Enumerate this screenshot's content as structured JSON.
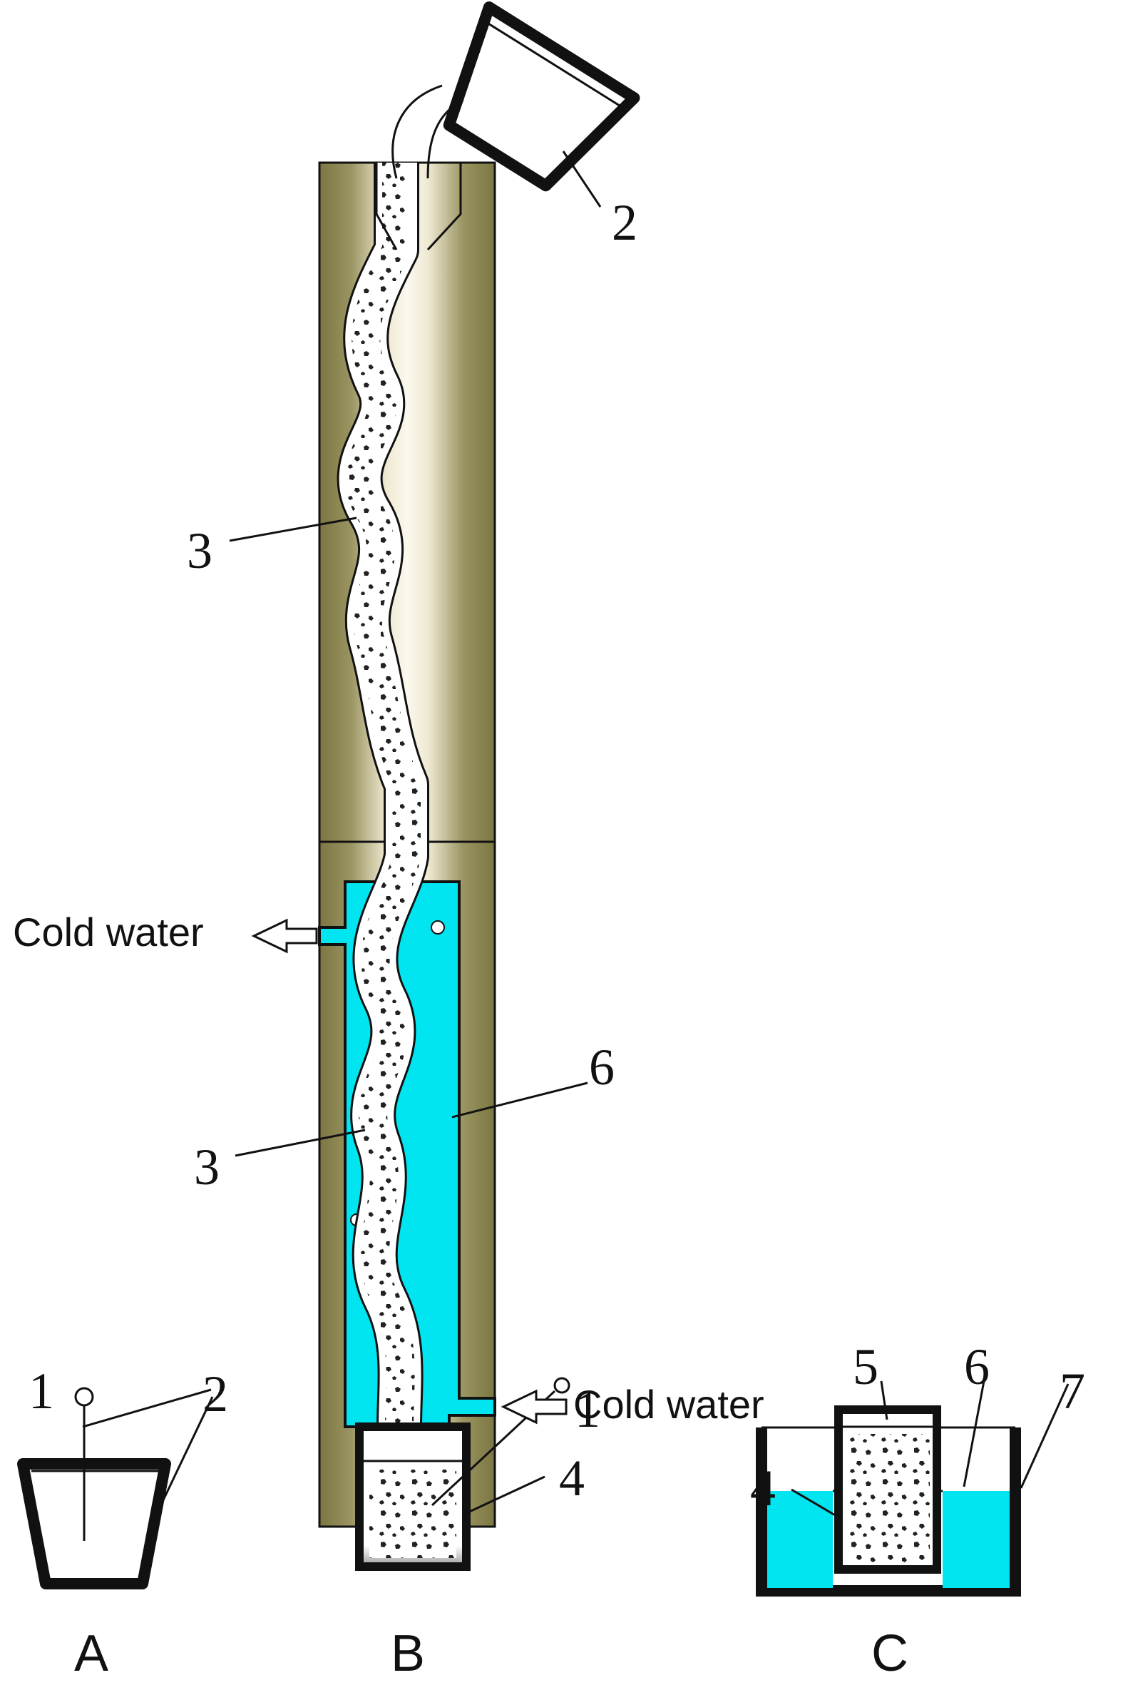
{
  "labels": {
    "n1_a": "1",
    "n2_a": "2",
    "n1_b": "1",
    "n4_b": "4",
    "n2_top": "2",
    "n3_upper": "3",
    "n3_lower": "3",
    "n6_mid": "6",
    "n5_c": "5",
    "n6_c": "6",
    "n4_c": "4",
    "n7_c": "7"
  },
  "captions": {
    "a": "A",
    "b": "B",
    "c": "C"
  },
  "annotations": {
    "cold_water_out": "Cold water",
    "cold_water_in": "Cold water"
  },
  "colors": {
    "mold_body": "#8a8452",
    "mold_highlight": "#f2eedd",
    "water": "#00e5f0",
    "outline": "#111111",
    "channel_fill": "#ffffff"
  }
}
